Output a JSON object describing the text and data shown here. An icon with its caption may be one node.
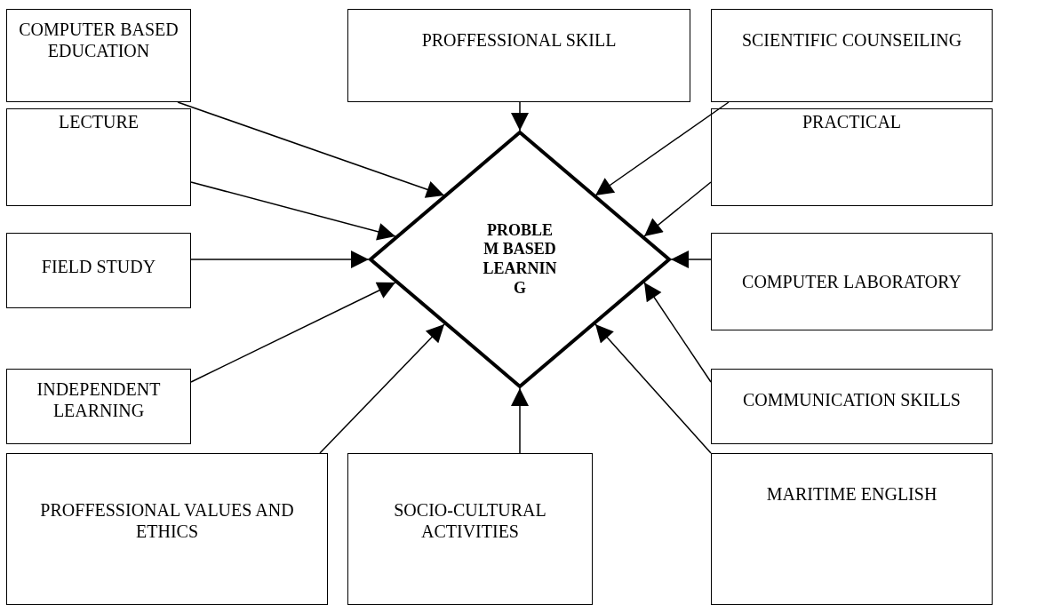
{
  "diagram": {
    "nodes": [
      {
        "text": [
          "COMPUTER BASED EDUCATION"
        ]
      },
      {
        "text": [
          "PROFFESSIONAL SKILL"
        ]
      },
      {
        "text": [
          "SCIENTIFIC COUNSEILING"
        ]
      },
      {
        "text": [
          "LECTURE"
        ]
      },
      {
        "text": [
          "PRACTICAL"
        ]
      },
      {
        "text": [
          "FIELD STUDY"
        ]
      },
      {
        "text": [
          "PROBLEM BASED LEARNING"
        ]
      },
      {
        "text": [
          "COMPUTER LABORATORY"
        ]
      },
      {
        "text": [
          "INDEPENDENT LEARNING"
        ]
      },
      {
        "text": [
          "COMMUNICATION SKILLS"
        ]
      },
      {
        "text": [
          "PROFFESSIONAL VALUES AND ETHICS"
        ]
      },
      {
        "text": [
          "SOCIO-CULTURAL ACTIVITIES"
        ]
      },
      {
        "text": [
          "MARITIME ENGLISH"
        ]
      }
    ],
    "edges": [
      {
        "from": 0,
        "to": 6,
        "arrow": "to"
      },
      {
        "from": 1,
        "to": 6,
        "arrow": "to"
      },
      {
        "from": 2,
        "to": 6,
        "arrow": "to"
      },
      {
        "from": 3,
        "to": 6,
        "arrow": "to"
      },
      {
        "from": 4,
        "to": 6,
        "arrow": "to"
      },
      {
        "from": 5,
        "to": 6,
        "arrow": "to"
      },
      {
        "from": 7,
        "to": 6,
        "arrow": "to"
      },
      {
        "from": 8,
        "to": 6,
        "arrow": "to"
      },
      {
        "from": 9,
        "to": 6,
        "arrow": "to"
      },
      {
        "from": 10,
        "to": 6,
        "arrow": "to"
      },
      {
        "from": 11,
        "to": 6,
        "arrow": "to"
      },
      {
        "from": 12,
        "to": 6,
        "arrow": "to"
      }
    ]
  }
}
